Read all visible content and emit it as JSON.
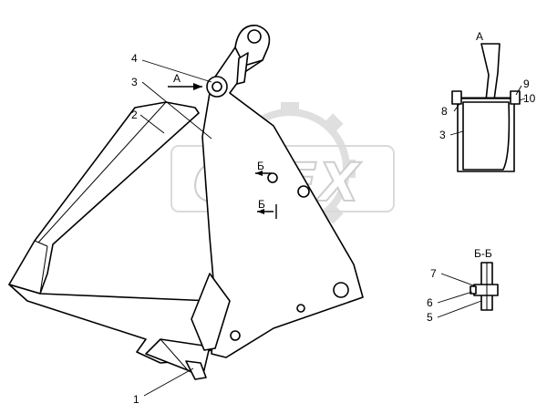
{
  "watermark": {
    "text": "OPEX"
  },
  "views": {
    "view_a": {
      "title": "А"
    },
    "section_bb": {
      "title": "Б-Б"
    }
  },
  "main_view": {
    "arrow_a_label": "А",
    "section_mark_top": "Б",
    "section_mark_bottom": "Б"
  },
  "callouts": {
    "c1": "1",
    "c2": "2",
    "c3": "3",
    "c4": "4",
    "va_8": "8",
    "va_3": "3",
    "va_9": "9",
    "va_10": "10",
    "bb_7": "7",
    "bb_6": "6",
    "bb_5": "5"
  }
}
